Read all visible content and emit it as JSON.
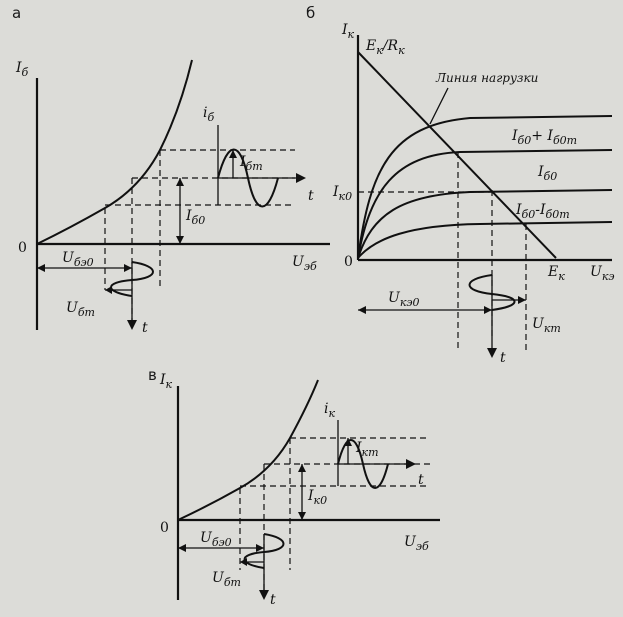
{
  "panels": {
    "a": {
      "letter": "а",
      "y_axis": "I",
      "y_axis_sub": "б",
      "x_axis": "U",
      "x_axis_sub": "эб",
      "origin": "0",
      "signal": "i",
      "signal_sub": "б",
      "amp": "I",
      "amp_sub": "бm",
      "quiescent": "I",
      "quiescent_sub": "б0",
      "time": "t",
      "bias": "U",
      "bias_sub": "бэ0",
      "input_amp": "U",
      "input_amp_sub": "бm",
      "time2": "t"
    },
    "b": {
      "letter": "б",
      "y_axis": "I",
      "y_axis_sub": "к",
      "top_label": "E",
      "top_label_sub1": "к",
      "top_label_mid": "/R",
      "top_label_sub2": "к",
      "load_line": "Линия нагрузки",
      "curve_upper": "I",
      "curve_upper_sub": "б0",
      "curve_upper_plus": "+ I",
      "curve_upper_sub2": "б0m",
      "curve_mid": "I",
      "curve_mid_sub": "б0",
      "curve_lower": "I",
      "curve_lower_sub": "б0",
      "curve_lower_minus": "-I",
      "curve_lower_sub2": "б0m",
      "ik0": "I",
      "ik0_sub": "к0",
      "origin": "0",
      "ek": "E",
      "ek_sub": "к",
      "x_axis": "U",
      "x_axis_sub": "кэ",
      "ukeo": "U",
      "ukeo_sub": "кэ0",
      "ukm": "U",
      "ukm_sub": "кm",
      "time": "t"
    },
    "c": {
      "letter": "в",
      "y_axis": "I",
      "y_axis_sub": "к",
      "signal": "i",
      "signal_sub": "к",
      "amp": "I",
      "amp_sub": "кm",
      "time": "t",
      "ik0": "I",
      "ik0_sub": "к0",
      "origin": "0",
      "x_axis": "U",
      "x_axis_sub": "эб",
      "bias": "U",
      "bias_sub": "бэ0",
      "input_amp": "U",
      "input_amp_sub": "бm",
      "time2": "t"
    }
  }
}
